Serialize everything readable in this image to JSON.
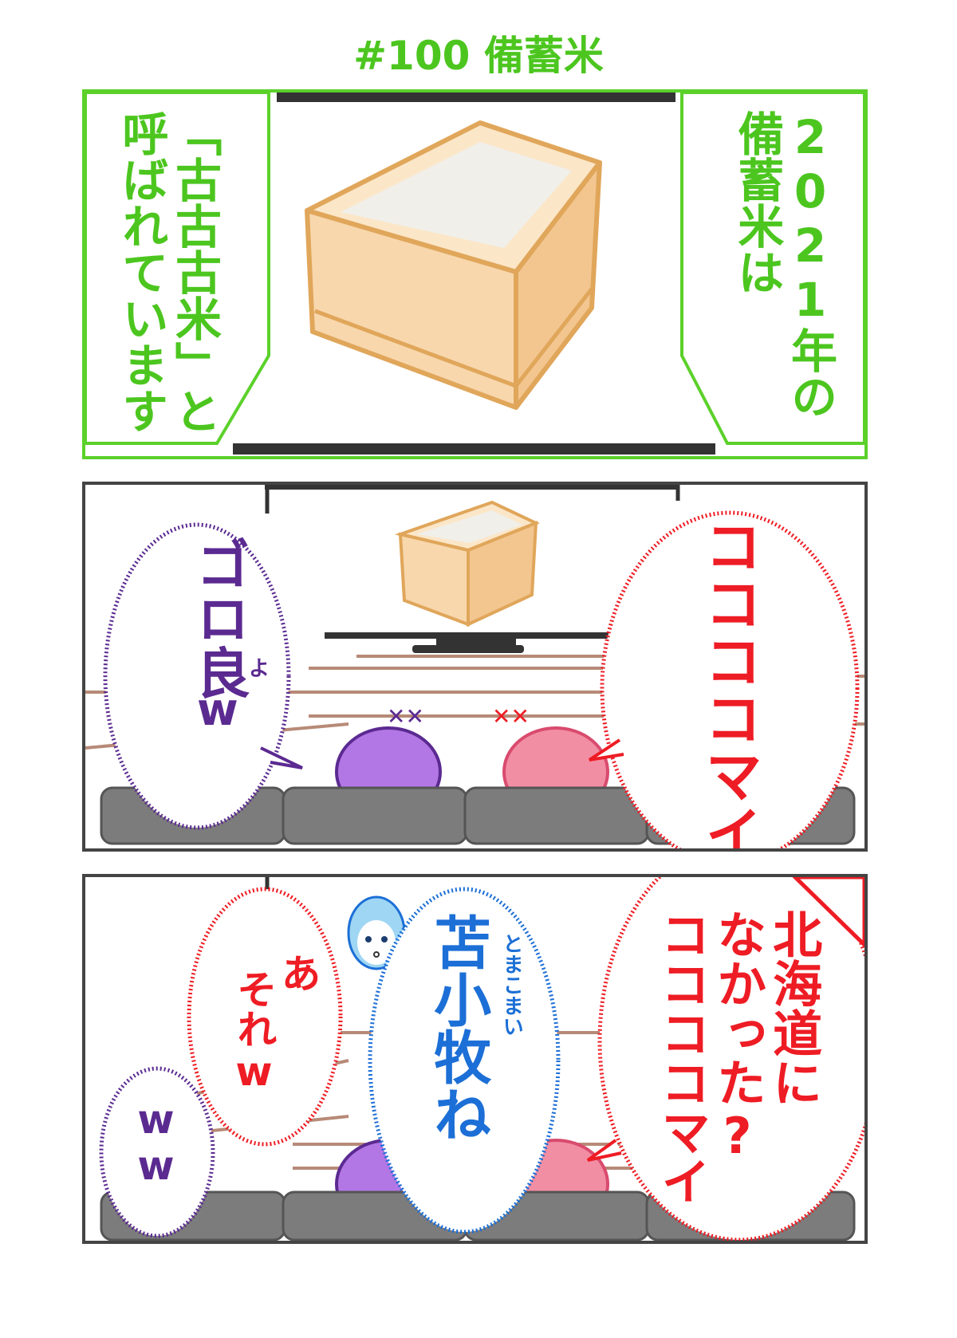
{
  "title": "#100 備蓄米",
  "colors": {
    "green": "#4cc61f",
    "purple": "#5b2a91",
    "red": "#ee1c24",
    "blue": "#1c6fd6",
    "box_fill": "#f8d7ad",
    "box_stroke": "#e0a65a",
    "sofa": "#8a8a8a"
  },
  "panel1": {
    "right_caption": "2021年の備蓄米は",
    "left_caption": "「古古古米」と呼ばれています"
  },
  "panel2": {
    "purple_bubble": {
      "line1": "ゴロ良",
      "ruby": "よ",
      "line2": "w"
    },
    "red_bubble": "ココココマイw"
  },
  "panel3": {
    "red_bubble_right": {
      "line1": "北海道に",
      "line2": "なかった?",
      "line3": "ココココマイ"
    },
    "blue_bubble": {
      "main": "苫小牧ね",
      "ruby": "とまこまい"
    },
    "red_bubble_left": {
      "line1": "あ",
      "line2": "それw"
    },
    "purple_bubble": "ww"
  }
}
